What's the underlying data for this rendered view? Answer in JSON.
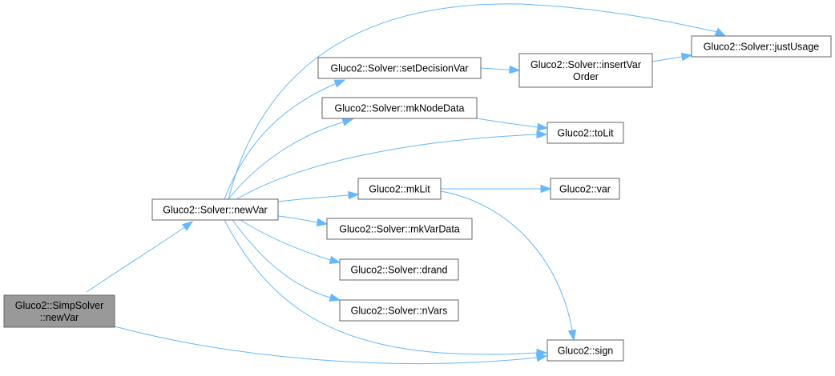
{
  "diagram": {
    "type": "call-graph",
    "edge_color": "#63b8ff",
    "root_fill": "#999999",
    "node_fill": "#ffffff",
    "node_border": "#666666",
    "nodes": [
      {
        "id": "simp_newVar",
        "lines": [
          "Gluco2::SimpSolver",
          "::newVar"
        ],
        "root": true
      },
      {
        "id": "newVar",
        "lines": [
          "Gluco2::Solver::newVar"
        ]
      },
      {
        "id": "setDecisionVar",
        "lines": [
          "Gluco2::Solver::setDecisionVar"
        ]
      },
      {
        "id": "insertVarOrder",
        "lines": [
          "Gluco2::Solver::insertVar",
          "Order"
        ]
      },
      {
        "id": "justUsage",
        "lines": [
          "Gluco2::Solver::justUsage"
        ]
      },
      {
        "id": "mkNodeData",
        "lines": [
          "Gluco2::Solver::mkNodeData"
        ]
      },
      {
        "id": "toLit",
        "lines": [
          "Gluco2::toLit"
        ]
      },
      {
        "id": "mkLit",
        "lines": [
          "Gluco2::mkLit"
        ]
      },
      {
        "id": "var",
        "lines": [
          "Gluco2::var"
        ]
      },
      {
        "id": "mkVarData",
        "lines": [
          "Gluco2::Solver::mkVarData"
        ]
      },
      {
        "id": "drand",
        "lines": [
          "Gluco2::Solver::drand"
        ]
      },
      {
        "id": "nVars",
        "lines": [
          "Gluco2::Solver::nVars"
        ]
      },
      {
        "id": "sign",
        "lines": [
          "Gluco2::sign"
        ]
      }
    ],
    "edges": [
      {
        "from": "simp_newVar",
        "to": "newVar"
      },
      {
        "from": "simp_newVar",
        "to": "sign"
      },
      {
        "from": "newVar",
        "to": "justUsage"
      },
      {
        "from": "newVar",
        "to": "setDecisionVar"
      },
      {
        "from": "newVar",
        "to": "mkNodeData"
      },
      {
        "from": "newVar",
        "to": "toLit"
      },
      {
        "from": "newVar",
        "to": "mkLit"
      },
      {
        "from": "newVar",
        "to": "mkVarData"
      },
      {
        "from": "newVar",
        "to": "drand"
      },
      {
        "from": "newVar",
        "to": "nVars"
      },
      {
        "from": "newVar",
        "to": "sign"
      },
      {
        "from": "setDecisionVar",
        "to": "insertVarOrder"
      },
      {
        "from": "insertVarOrder",
        "to": "justUsage"
      },
      {
        "from": "mkNodeData",
        "to": "toLit"
      },
      {
        "from": "mkLit",
        "to": "var"
      },
      {
        "from": "mkLit",
        "to": "sign"
      }
    ]
  }
}
